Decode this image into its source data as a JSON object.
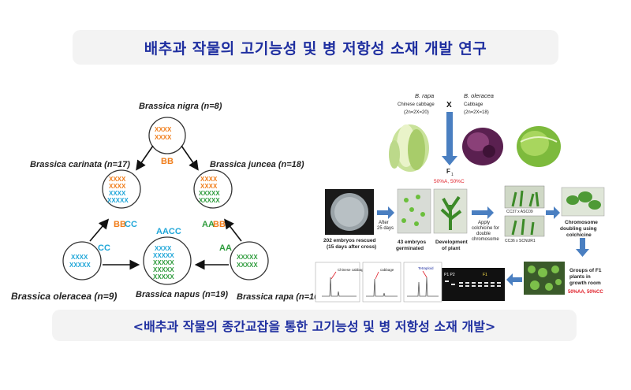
{
  "title": "배추과 작물의 고기능성 및 병 저항성 소재 개발 연구",
  "caption": "<배추과 작물의 종간교잡을 통한 고기능성 및 병 저항성 소재 개발>",
  "triangle": {
    "nigra": {
      "name": "Brassica nigra (n=8)",
      "code": "BB"
    },
    "carinata": {
      "name": "Brassica carinata (n=17)",
      "code_b": "BB",
      "code_c": "CC"
    },
    "juncea": {
      "name": "Brassica juncea (n=18)",
      "code_a": "AA",
      "code_b": "BB"
    },
    "oleracea": {
      "name": "Brassica oleracea (n=9)",
      "code": "CC"
    },
    "napus": {
      "name": "Brassica napus (n=19)",
      "code": "AACC"
    },
    "rapa": {
      "name": "Brassica rapa (n=10)",
      "code": "AA"
    }
  },
  "colors": {
    "orange": "#f07d1a",
    "cyan": "#1fa6d8",
    "green": "#2e9b3c",
    "blue_arrow": "#4a7fc1",
    "title": "#1f2fa0"
  },
  "workflow": {
    "parent_rapa": {
      "name": "B. rapa",
      "common": "Chinese cabbage",
      "chrom": "(2n=2X=20)"
    },
    "cross_symbol": "X",
    "parent_oleracea": {
      "name": "B. oleracea",
      "common": "Cabbage",
      "chrom": "(2n=2X=18)"
    },
    "f1": {
      "label": "F",
      "sub": "1",
      "ratio": "50%A, 50%C"
    },
    "step1": {
      "line1": "202 embryos rescued",
      "line2": "(15 days after cross)"
    },
    "after": {
      "line1": "After",
      "line2": "25 days"
    },
    "step2": {
      "line1": "43 embryos",
      "line2": "germinated"
    },
    "step3": {
      "line1": "Development",
      "line2": "of plant"
    },
    "apply": {
      "line1": "Apply",
      "line2": "colchicine for",
      "line3": "double",
      "line4": "chromosome"
    },
    "cc_top": "CC37 x ASC09",
    "cc_bottom": "CC36 x SCNUR1",
    "step4": {
      "line1": "Chromosome",
      "line2": "doubling using",
      "line3": "colchicine"
    },
    "groups": {
      "line1": "Groups of F1",
      "line2": "plants in",
      "line3": "growth room",
      "line4": "50%AA, 50%CC"
    },
    "flow_labels": {
      "chinese": "Chinese cabbage",
      "cabbage": "cabbage",
      "tetraploid": "Tetraploid"
    },
    "gel": {
      "p1p2": "P1 P2",
      "f1": "F1"
    }
  }
}
